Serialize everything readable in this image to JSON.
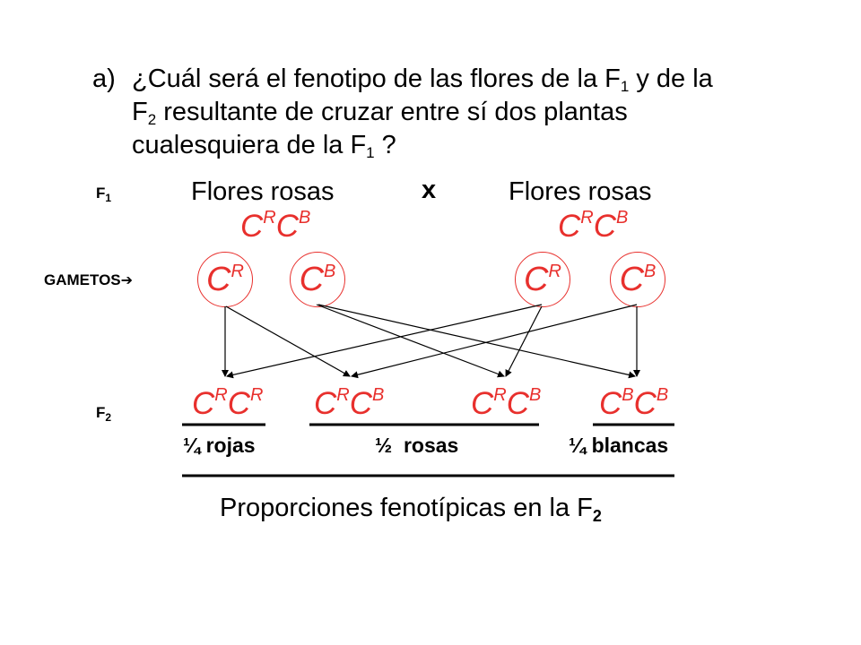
{
  "question": {
    "marker": "a)",
    "line1_a": "¿Cuál será el fenotipo de las flores de la F",
    "line1_sub": "1",
    "line1_b": " y de la",
    "line2_a": "F",
    "line2_sub": "2",
    "line2_b": " resultante de cruzar entre sí dos plantas",
    "line3_a": "cualesquiera de la F",
    "line3_sub": "1",
    "line3_b": " ?"
  },
  "f1": {
    "label_base": "F",
    "label_sub": "1",
    "parent_left": "Flores rosas",
    "cross": "x",
    "parent_right": "Flores rosas",
    "genotype_left": {
      "a": "C",
      "a_sup": "R",
      "b": "C",
      "b_sup": "B"
    },
    "genotype_right": {
      "a": "C",
      "a_sup": "R",
      "b": "C",
      "b_sup": "B"
    }
  },
  "gametes": {
    "label": "GAMETOS",
    "arrow": "➔",
    "items": [
      {
        "base": "C",
        "sup": "R"
      },
      {
        "base": "C",
        "sup": "B"
      },
      {
        "base": "C",
        "sup": "R"
      },
      {
        "base": "C",
        "sup": "B"
      }
    ]
  },
  "f2": {
    "label_base": "F",
    "label_sub": "2",
    "genotypes": [
      {
        "a": "C",
        "a_sup": "R",
        "b": "C",
        "b_sup": "R"
      },
      {
        "a": "C",
        "a_sup": "R",
        "b": "C",
        "b_sup": "B"
      },
      {
        "a": "C",
        "a_sup": "R",
        "b": "C",
        "b_sup": "B"
      },
      {
        "a": "C",
        "a_sup": "B",
        "b": "C",
        "b_sup": "B"
      }
    ],
    "proportions": [
      "¼ rojas",
      "½  rosas",
      "¼ blancas"
    ]
  },
  "summary": {
    "text": "Proporciones fenotípicas en la F",
    "sub": "2"
  },
  "colors": {
    "genotype": "#e8302d",
    "text": "#000000"
  }
}
